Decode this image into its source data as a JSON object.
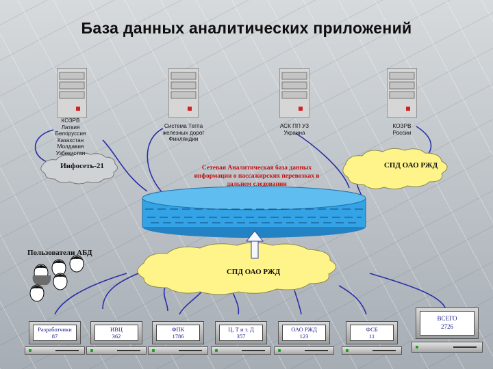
{
  "title": "База данных аналитических приложений",
  "servers": [
    {
      "id": "s1",
      "lines": [
        "КОЗРВ",
        "Латвия",
        "Белоруссия",
        "Казахстан",
        "Молдавия",
        "Узбекистан"
      ]
    },
    {
      "id": "s2",
      "lines": [
        "Система Тегпа",
        "железных дорог",
        "Финляндии"
      ]
    },
    {
      "id": "s3",
      "lines": [
        "АСК ПП УЗ",
        "Украина"
      ]
    },
    {
      "id": "s4",
      "lines": [
        "КОЗРВ",
        "России"
      ]
    }
  ],
  "clouds": {
    "infoset": "Инфосеть-21",
    "spd_top": "СПД ОАО РЖД",
    "spd_bottom": "СПД ОАО РЖД"
  },
  "database": {
    "label_lines": [
      "Сетевая Аналитическая база данных",
      "информации о пассажирских перевозках в",
      "дальнем следовании"
    ]
  },
  "users_label": "Пользователи АБД",
  "terminals": [
    {
      "line1": "Разработчики",
      "line2": "87"
    },
    {
      "line1": "ИВЦ",
      "line2": "362"
    },
    {
      "line1": "ФПК",
      "line2": "1786"
    },
    {
      "line1": "Ц, Т и т. Д",
      "line2": "357"
    },
    {
      "line1": "ОАО РЖД",
      "line2": "123"
    },
    {
      "line1": "ФСБ",
      "line2": "11"
    },
    {
      "line1": "ВСЕГО",
      "line2": "2726"
    }
  ],
  "colors": {
    "cloud": "#fff48a",
    "cloud_gray": "#cfd3d6",
    "database": "#33a3e6",
    "label_red": "#c01010",
    "connector": "#2a2fa6"
  }
}
